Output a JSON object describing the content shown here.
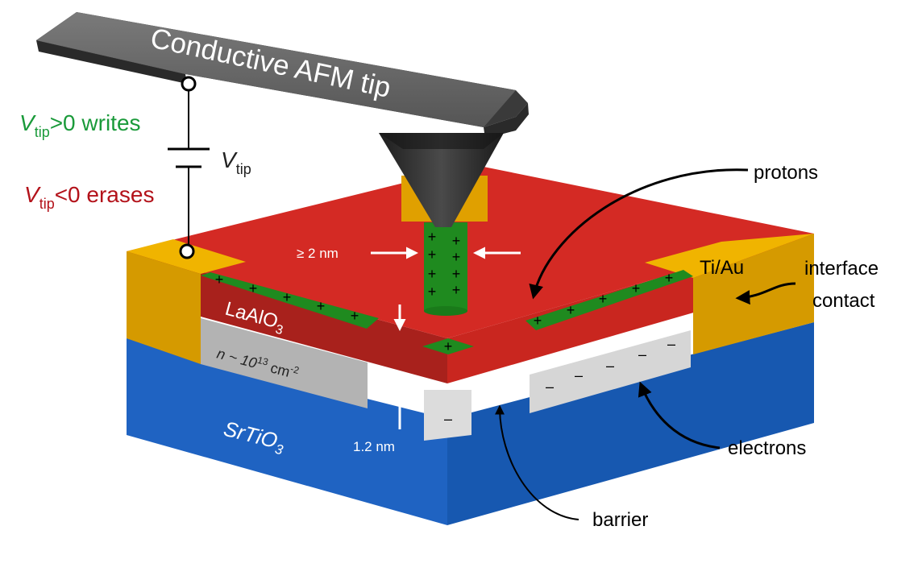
{
  "labels": {
    "tip": "Conductive AFM tip",
    "write_v": "V",
    "write_sub": "tip",
    "write_rest": ">0 writes",
    "erase_v": "V",
    "erase_sub": "tip",
    "erase_rest": "<0 erases",
    "vtip_v": "V",
    "vtip_sub": "tip",
    "protons": "protons",
    "tiau": "Ti/Au",
    "interface_contact_1": "interface",
    "interface_contact_2": "contact",
    "width": "≥ 2 nm",
    "lao_main": "LaAlO",
    "lao_sub": "3",
    "density_main": "n ~ 10",
    "density_exp": "13",
    "density_unit": " cm",
    "density_exp2": "-2",
    "thickness": "1.2 nm",
    "sto_main": "SrTiO",
    "sto_sub": "3",
    "electrons": "electrons",
    "barrier": "barrier",
    "plus": "+",
    "minus": "–"
  },
  "colors": {
    "write": "#1a9a3a",
    "erase": "#b3121a",
    "red_top": "#d42a24",
    "red_side": "#a8211c",
    "blue_side": "#1e67c6",
    "blue_front": "#1a5db5",
    "gold": "#e0a000",
    "grey_layer": "#d8d8d8",
    "green": "#1f8a1f",
    "tip_dark": "#2c2c2c",
    "cantilever": "#5f5f5f"
  }
}
